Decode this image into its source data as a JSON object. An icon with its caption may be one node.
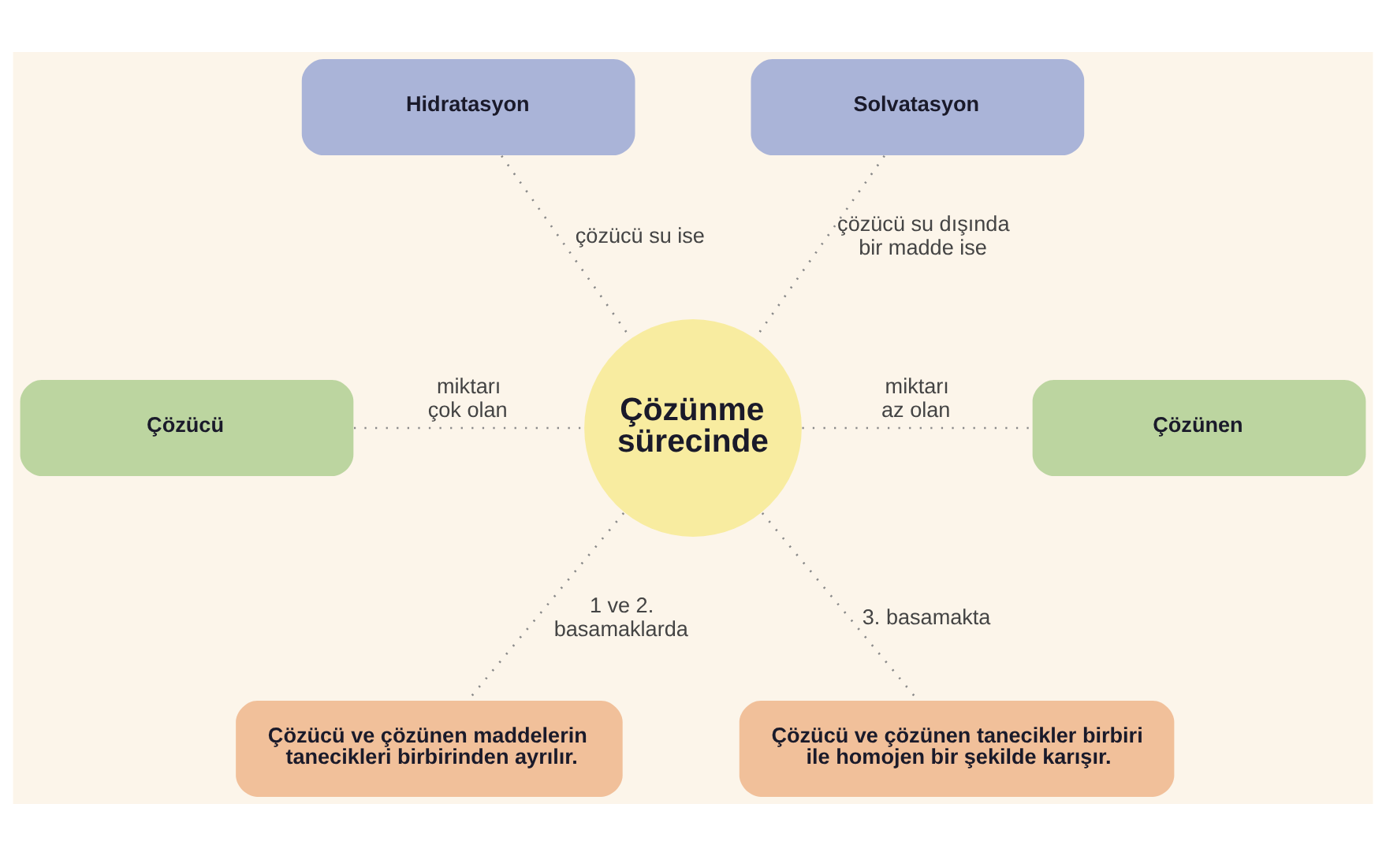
{
  "diagram": {
    "nodes": [
      {
        "text": [
          "Hidratasyon"
        ]
      },
      {
        "text": [
          "Solvatasyon"
        ]
      },
      {
        "text": [
          "Çözücü"
        ]
      },
      {
        "text": [
          "Çözünme sürecinde"
        ]
      },
      {
        "text": [
          "Çözünen"
        ]
      },
      {
        "text": [
          "Çözücü ve çözünen maddelerin tanecikleri birbirinden ayrılır."
        ]
      },
      {
        "text": [
          "Çözücü ve çözünen tanecikler birbiri ile homojen bir şekilde karışır."
        ]
      }
    ],
    "edges": [
      {
        "from": 0,
        "to": 3,
        "arrow": "none",
        "label": "çözücü su ise",
        "style": "dashed"
      },
      {
        "from": 1,
        "to": 3,
        "arrow": "none",
        "label": "çözücü su dışında bir madde ise",
        "style": "dashed"
      },
      {
        "from": 2,
        "to": 3,
        "arrow": "none",
        "label": "miktarı çok olan",
        "style": "dashed"
      },
      {
        "from": 3,
        "to": 4,
        "arrow": "none",
        "label": "miktarı az olan",
        "style": "dashed"
      },
      {
        "from": 3,
        "to": 5,
        "arrow": "none",
        "label": "1 ve 2. basamaklarda",
        "style": "dashed"
      },
      {
        "from": 3,
        "to": 6,
        "arrow": "none",
        "label": "3. basamakta",
        "style": "dashed"
      }
    ]
  }
}
